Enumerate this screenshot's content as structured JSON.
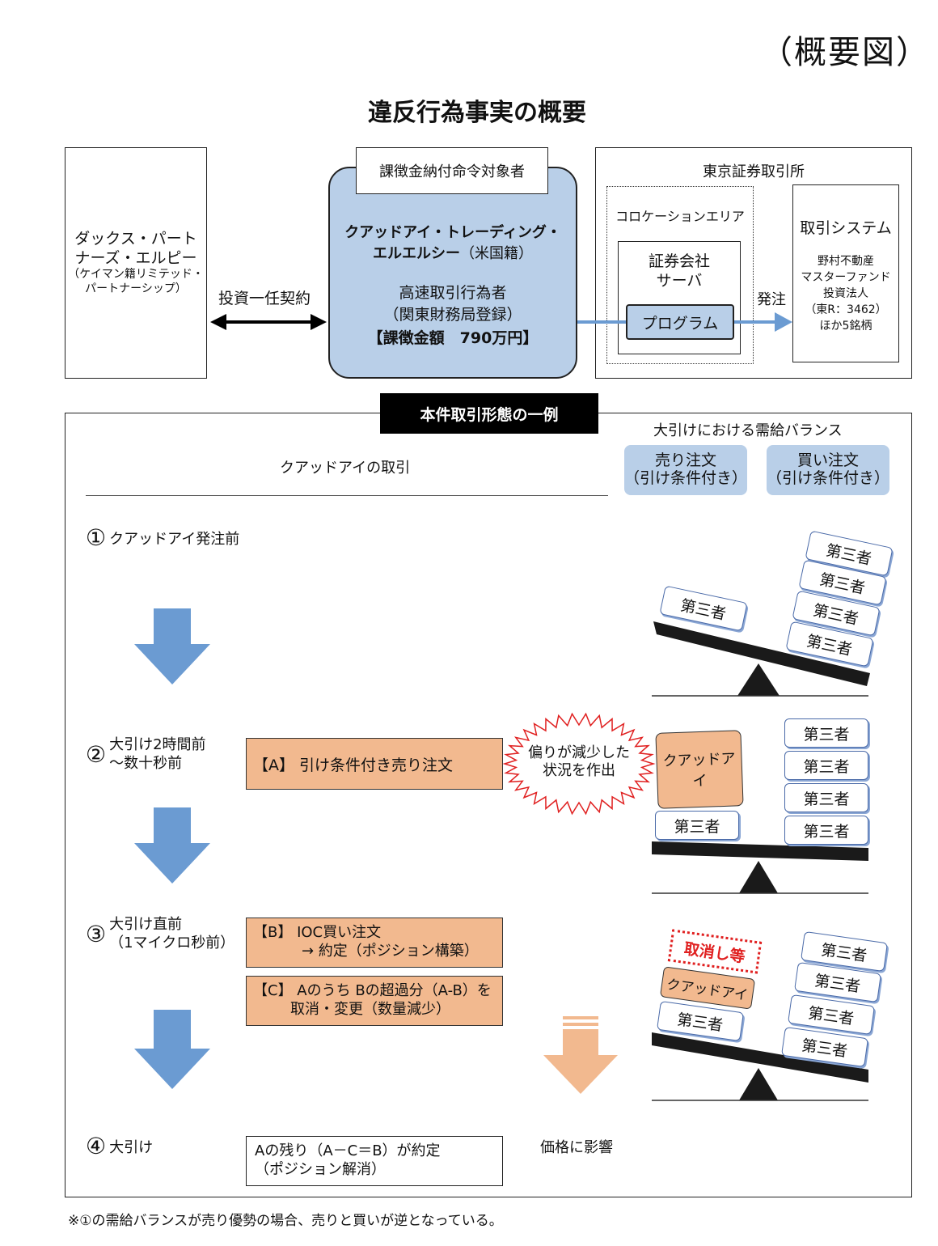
{
  "header": {
    "corner_label": "（概要図）",
    "title": "違反行為事実の概要"
  },
  "top": {
    "partner": {
      "line1": "ダックス・パート",
      "line2": "ナーズ・エルピー",
      "line3": "（ケイマン籍リミテッド・",
      "line4": "パートナーシップ）"
    },
    "contract_label": "投資一任契約",
    "target": {
      "tag": "課徴金納付命令対象者",
      "name_line1": "クアッドアイ・トレーディング・",
      "name_line2": "エルエルシー",
      "name_suffix": "（米国籍）",
      "role_line1": "高速取引行為者",
      "role_line2": "（関東財務局登録）",
      "penalty": "【課徴金額　790万円】"
    },
    "tse": {
      "title": "東京証券取引所",
      "colo_title": "コロケーションエリア",
      "server_line1": "証券会社",
      "server_line2": "サーバ",
      "program": "プログラム",
      "order_label": "発注",
      "system_title": "取引システム",
      "system_lines": [
        "野村不動産",
        "マスターファンド",
        "投資法人",
        "（東R：3462）",
        "ほか5銘柄"
      ]
    }
  },
  "bottom": {
    "banner": "本件取引形態の一例",
    "balance_title": "大引けにおける需給バランス",
    "trading_header": "クアッドアイの取引",
    "sell_header_line1": "売り注文",
    "sell_header_line2": "（引け条件付き）",
    "buy_header_line1": "買い注文",
    "buy_header_line2": "（引け条件付き）",
    "steps": [
      {
        "num": "①",
        "label_line1": "クアッドアイ発注前",
        "label_line2": ""
      },
      {
        "num": "②",
        "label_line1": "大引け2時間前",
        "label_line2": "～数十秒前"
      },
      {
        "num": "③",
        "label_line1": "大引け直前",
        "label_line2": "（1マイクロ秒前）"
      },
      {
        "num": "④",
        "label_line1": "大引け",
        "label_line2": ""
      }
    ],
    "order_a": "【A】 引け条件付き売り注文",
    "order_b_line1": "【B】 IOC買い注文",
    "order_b_line2": "→  約定（ポジション構築）",
    "order_c_line1": "【C】 Aのうち Bの超過分（A-B）を",
    "order_c_line2": "取消・変更（数量減少）",
    "final_line1": "Aの残り（A－C＝B）が約定",
    "final_line2": "（ポジション解消）",
    "burst_line1": "偏りが減少した",
    "burst_line2": "状況を作出",
    "price_impact": "価格に影響",
    "third_party": "第三者",
    "quadeye": "クアッドアイ",
    "cancel_label": "取消し等"
  },
  "footnote": "※①の需給バランスが売り優勢の場合、売りと買いが逆となっている。",
  "colors": {
    "arrow_blue": "#6b9bd2",
    "order_orange": "#f2b98f",
    "entity_blue": "#b9cfe8",
    "cancel_red": "#e02020"
  }
}
